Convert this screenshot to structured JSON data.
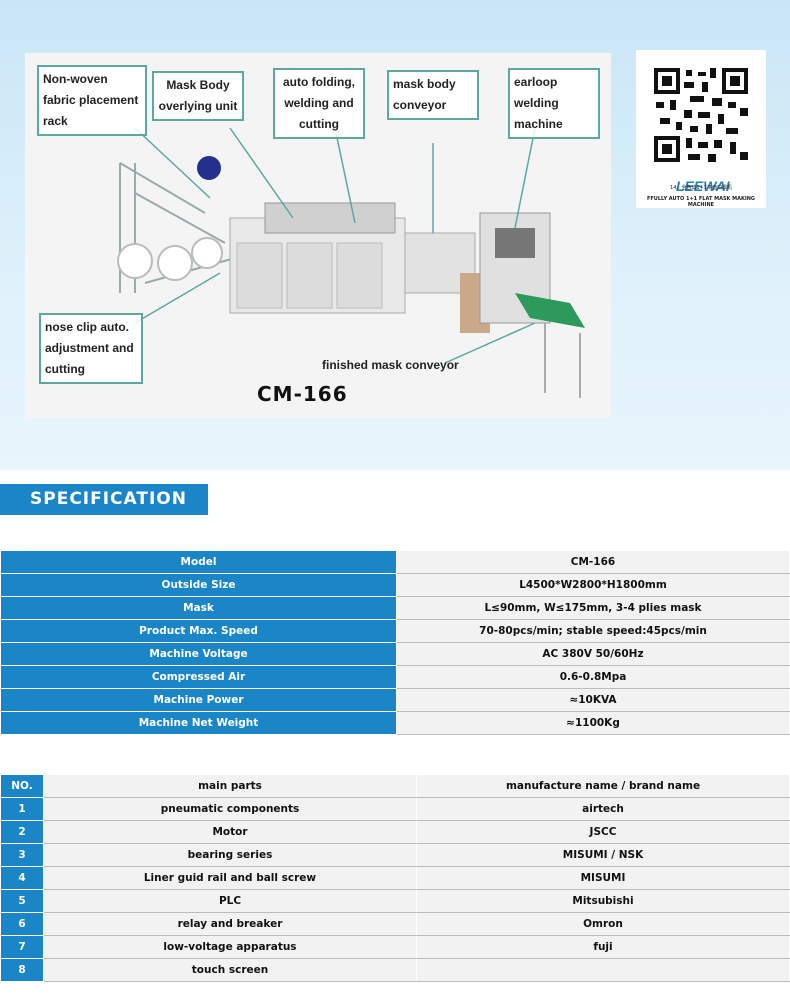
{
  "callouts": [
    "Non-woven fabric placement rack",
    "Mask Body overlying unit",
    "auto folding, welding and cutting",
    "mask body conveyor",
    "earloop welding machine",
    "nose clip auto. adjustment and cutting",
    "finished mask conveyor"
  ],
  "model_title": "CM-166",
  "qr": {
    "logo": "LEEWAI",
    "cn_caption": "14、全自动1+1平面口罩机",
    "en_caption": "FFULLY AUTO 1+1 FLAT MASK MAKING MACHINE"
  },
  "spec_heading": "SPECIFICATION",
  "spec_rows": [
    {
      "k": "Model",
      "v": "CM-166"
    },
    {
      "k": "Outside Size",
      "v": "L4500*W2800*H1800mm"
    },
    {
      "k": "Mask",
      "v": "L≤90mm, W≤175mm, 3-4 plies mask"
    },
    {
      "k": "Product Max. Speed",
      "v": "70-80pcs/min; stable speed:45pcs/min"
    },
    {
      "k": "Machine Voltage",
      "v": "AC 380V 50/60Hz"
    },
    {
      "k": "Compressed Air",
      "v": "0.6-0.8Mpa"
    },
    {
      "k": "Machine Power",
      "v": "≈10KVA"
    },
    {
      "k": "Machine Net Weight",
      "v": "≈1100Kg"
    }
  ],
  "parts_header": {
    "no": "NO.",
    "part": "main parts",
    "brand": "manufacture name / brand name"
  },
  "parts_rows": [
    {
      "no": "1",
      "part": "pneumatic components",
      "brand": "airtech"
    },
    {
      "no": "2",
      "part": "Motor",
      "brand": "JSCC"
    },
    {
      "no": "3",
      "part": "bearing series",
      "brand": "MISUMI / NSK"
    },
    {
      "no": "4",
      "part": "Liner guid rail and ball screw",
      "brand": "MISUMI"
    },
    {
      "no": "5",
      "part": "PLC",
      "brand": "Mitsubishi"
    },
    {
      "no": "6",
      "part": "relay and breaker",
      "brand": "Omron"
    },
    {
      "no": "7",
      "part": "low-voltage apparatus",
      "brand": "fuji"
    },
    {
      "no": "8",
      "part": "touch screen",
      "brand": ""
    }
  ]
}
